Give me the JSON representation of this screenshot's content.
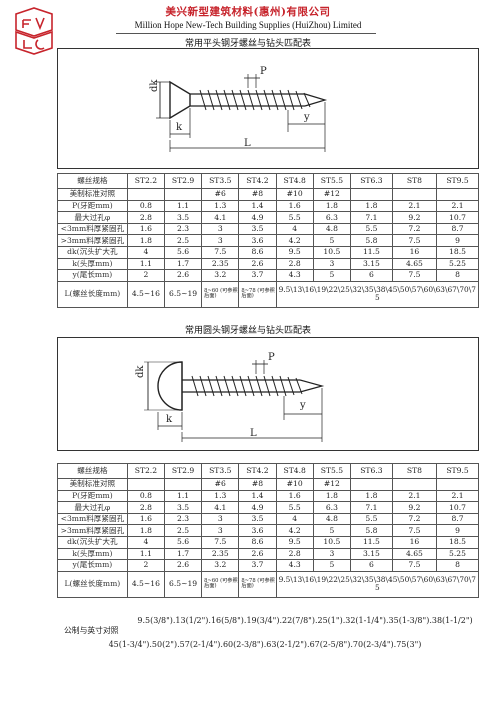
{
  "header": {
    "company_cn": "美兴新型建筑材料(惠州)有限公司",
    "company_en": "Million Hope New-Tech Building Supplies (HuiZhou) Limited",
    "brand_color": "#c7242c"
  },
  "sections": [
    {
      "title": "常用平头钢牙螺丝与钻头匹配表",
      "diagram_labels": {
        "dk": "dk",
        "k": "k",
        "p": "P",
        "y": "y",
        "l": "L"
      },
      "columns": [
        "ST2.2",
        "ST2.9",
        "ST3.5",
        "ST4.2",
        "ST4.8",
        "ST5.5",
        "ST6.3",
        "ST8",
        "ST9.5"
      ],
      "header_label": "螺丝规格",
      "rows": [
        {
          "label": "美制标准对照",
          "cells": [
            "",
            "",
            "#6",
            "#8",
            "#10",
            "#12",
            "",
            "",
            ""
          ]
        },
        {
          "label": "P(牙距mm)",
          "cells": [
            "0.8",
            "1.1",
            "1.3",
            "1.4",
            "1.6",
            "1.8",
            "1.8",
            "2.1",
            "2.1"
          ]
        },
        {
          "label": "最大过孔φ",
          "cells": [
            "2.8",
            "3.5",
            "4.1",
            "4.9",
            "5.5",
            "6.3",
            "7.1",
            "9.2",
            "10.7"
          ]
        },
        {
          "label": "<3mm料厚紧固孔",
          "cells": [
            "1.6",
            "2.3",
            "3",
            "3.5",
            "4",
            "4.8",
            "5.5",
            "7.2",
            "8.7"
          ]
        },
        {
          "label": ">3mm料厚紧固孔",
          "cells": [
            "1.8",
            "2.5",
            "3",
            "3.6",
            "4.2",
            "5",
            "5.8",
            "7.5",
            "9"
          ]
        },
        {
          "label": "dk(沉头扩大孔",
          "cells": [
            "4",
            "5.6",
            "7.5",
            "8.6",
            "9.5",
            "10.5",
            "11.5",
            "16",
            "18.5"
          ]
        },
        {
          "label": "k(头厚mm)",
          "cells": [
            "1.1",
            "1.7",
            "2.35",
            "2.6",
            "2.8",
            "3",
            "3.15",
            "4.65",
            "5.25"
          ]
        },
        {
          "label": "y(尾长mm)",
          "cells": [
            "2",
            "2.6",
            "3.2",
            "3.7",
            "4.3",
            "5",
            "6",
            "7.5",
            "8"
          ]
        }
      ],
      "length_row": {
        "label": "L(螺丝长度mm)",
        "c1": "4.5~16",
        "c2": "6.5~19",
        "c3": "8~60 (可参照后面)",
        "c4": "8~78 (可参照后面)",
        "rest": "9.5\\13\\16\\19\\22\\25\\32\\35\\38\\45\\50\\57\\60\\63\\67\\70\\75"
      }
    },
    {
      "title": "常用圆头钢牙螺丝与钻头匹配表",
      "diagram_labels": {
        "dk": "dk",
        "k": "k",
        "p": "P",
        "y": "y",
        "l": "L"
      },
      "columns": [
        "ST2.2",
        "ST2.9",
        "ST3.5",
        "ST4.2",
        "ST4.8",
        "ST5.5",
        "ST6.3",
        "ST8",
        "ST9.5"
      ],
      "header_label": "螺丝规格",
      "rows": [
        {
          "label": "美制标准对照",
          "cells": [
            "",
            "",
            "#6",
            "#8",
            "#10",
            "#12",
            "",
            "",
            ""
          ]
        },
        {
          "label": "P(牙距mm)",
          "cells": [
            "0.8",
            "1.1",
            "1.3",
            "1.4",
            "1.6",
            "1.8",
            "1.8",
            "2.1",
            "2.1"
          ]
        },
        {
          "label": "最大过孔φ",
          "cells": [
            "2.8",
            "3.5",
            "4.1",
            "4.9",
            "5.5",
            "6.3",
            "7.1",
            "9.2",
            "10.7"
          ]
        },
        {
          "label": "<3mm料厚紧固孔",
          "cells": [
            "1.6",
            "2.3",
            "3",
            "3.5",
            "4",
            "4.8",
            "5.5",
            "7.2",
            "8.7"
          ]
        },
        {
          "label": ">3mm料厚紧固孔",
          "cells": [
            "1.8",
            "2.5",
            "3",
            "3.6",
            "4.2",
            "5",
            "5.8",
            "7.5",
            "9"
          ]
        },
        {
          "label": "dk(沉头扩大孔",
          "cells": [
            "4",
            "5.6",
            "7.5",
            "8.6",
            "9.5",
            "10.5",
            "11.5",
            "16",
            "18.5"
          ]
        },
        {
          "label": "k(头厚mm)",
          "cells": [
            "1.1",
            "1.7",
            "2.35",
            "2.6",
            "2.8",
            "3",
            "3.15",
            "4.65",
            "5.25"
          ]
        },
        {
          "label": "y(尾长mm)",
          "cells": [
            "2",
            "2.6",
            "3.2",
            "3.7",
            "4.3",
            "5",
            "6",
            "7.5",
            "8"
          ]
        }
      ],
      "length_row": {
        "label": "L(螺丝长度mm)",
        "c1": "4.5~16",
        "c2": "6.5~19",
        "c3": "8~60 (可参照后面)",
        "c4": "8~78 (可参照后面)",
        "rest": "9.5\\13\\16\\19\\22\\25\\32\\35\\38\\45\\50\\57\\60\\63\\67\\70\\75"
      }
    }
  ],
  "conversion": {
    "label": "公制与英寸对照",
    "line1": "9.5(3/8\").13(1/2\").16(5/8\").19(3/4\").22(7/8\").25(1\").32(1-1/4\").35(1-3/8\").38(1-1/2\")",
    "line2": "45(1-3/4\").50(2\").57(2-1/4\").60(2-3/8\").63(2-1/2\").67(2-5/8\").70(2-3/4\").75(3\")"
  }
}
